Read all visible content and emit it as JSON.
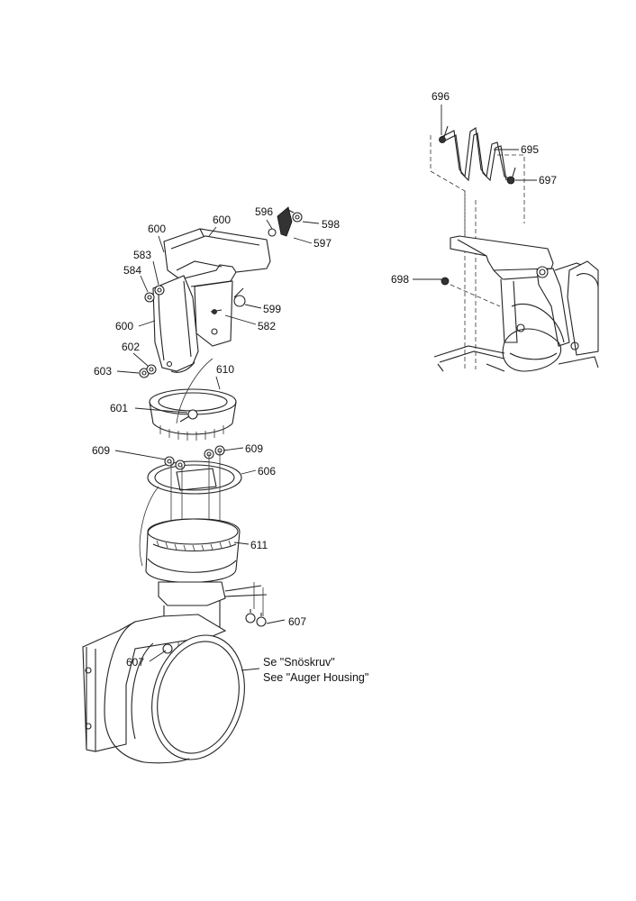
{
  "labels": {
    "p696": "696",
    "p695": "695",
    "p697": "697",
    "p698": "698",
    "p600a": "600",
    "p600b": "600",
    "p600c": "600",
    "p596": "596",
    "p598": "598",
    "p597": "597",
    "p583": "583",
    "p584": "584",
    "p599": "599",
    "p582": "582",
    "p602": "602",
    "p603": "603",
    "p610": "610",
    "p601": "601",
    "p609a": "609",
    "p609b": "609",
    "p606": "606",
    "p611": "611",
    "p607a": "607",
    "p607b": "607"
  },
  "reference": {
    "line1": "Se \"Snöskruv\"",
    "line2": "See \"Auger Housing\""
  }
}
